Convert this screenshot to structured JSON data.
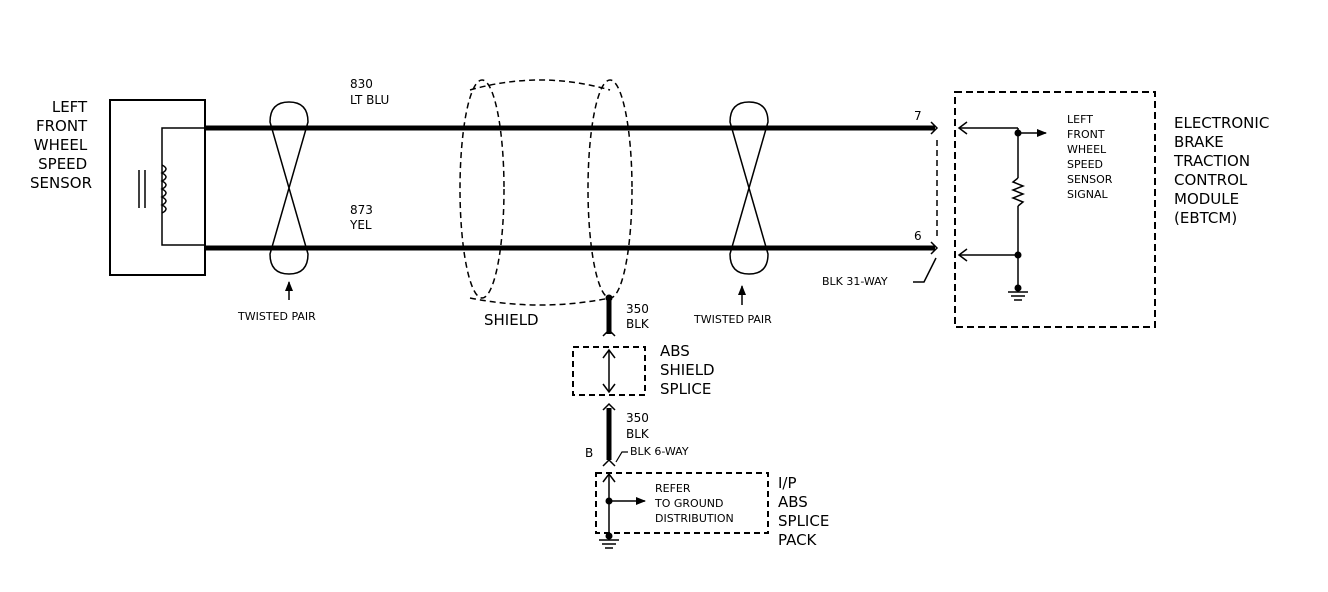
{
  "sensor": {
    "label_lines": [
      "LEFT",
      "FRONT",
      "WHEEL",
      "SPEED",
      "SENSOR"
    ]
  },
  "wires": {
    "top": {
      "circuit": "830",
      "color": "LT BLU",
      "pin": "7"
    },
    "bottom": {
      "circuit": "873",
      "color": "YEL",
      "pin": "6"
    }
  },
  "twisted_pair_label": "TWISTED PAIR",
  "shield_label": "SHIELD",
  "connector_31way": "BLK 31-WAY",
  "module": {
    "label_lines": [
      "ELECTRONIC",
      "BRAKE",
      "TRACTION",
      "CONTROL",
      "MODULE",
      "(EBTCM)"
    ],
    "signal_lines": [
      "LEFT",
      "FRONT",
      "WHEEL",
      "SPEED",
      "SENSOR",
      "SIGNAL"
    ]
  },
  "ground_wire_1": {
    "circuit": "350",
    "color": "BLK"
  },
  "abs_shield_splice": {
    "label_lines": [
      "ABS",
      "SHIELD",
      "SPLICE"
    ]
  },
  "ground_wire_2": {
    "circuit": "350",
    "color": "BLK"
  },
  "connector_6way": {
    "pin": "B",
    "label": "BLK 6-WAY"
  },
  "splice_pack": {
    "label_lines": [
      "I/P",
      "ABS",
      "SPLICE",
      "PACK"
    ],
    "refer_lines": [
      "REFER",
      "TO GROUND",
      "DISTRIBUTION"
    ]
  }
}
